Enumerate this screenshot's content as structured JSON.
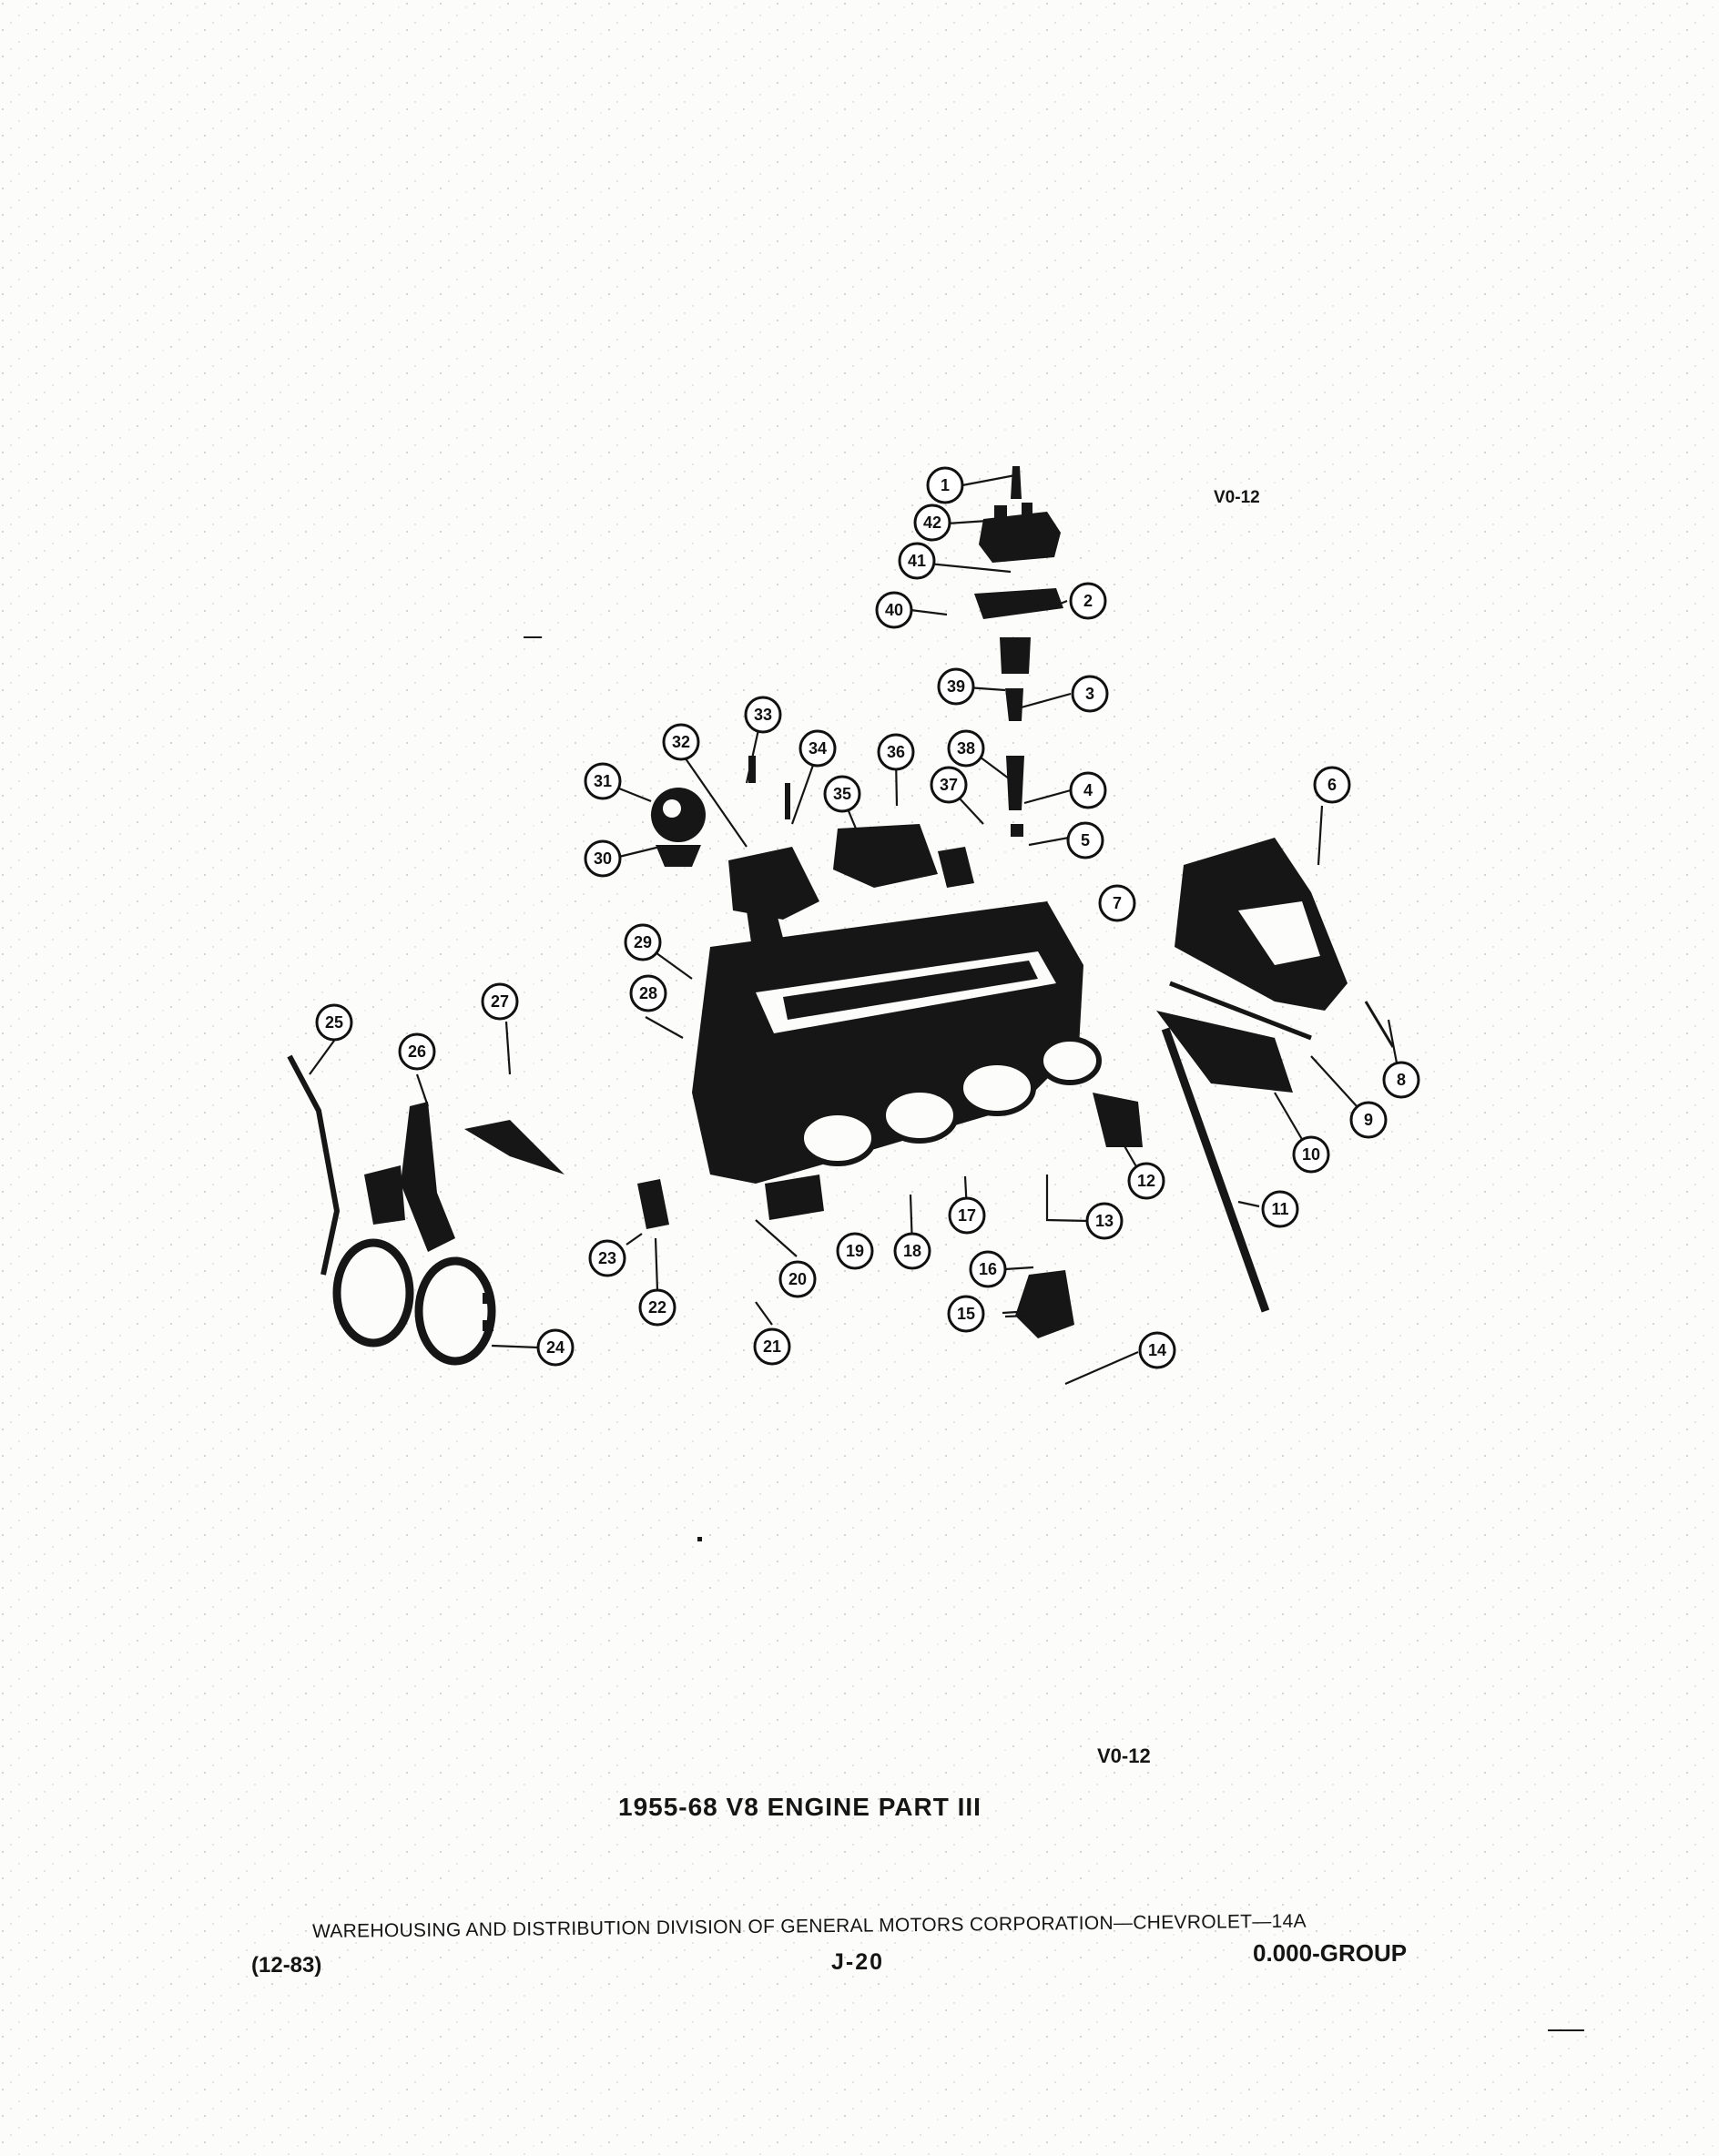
{
  "figure": {
    "code_top": "V0-12",
    "code_bottom": "V0-12",
    "title": "1955-68 V8 ENGINE PART III"
  },
  "footer": {
    "division_line": "WAREHOUSING AND DISTRIBUTION DIVISION OF GENERAL MOTORS CORPORATION—CHEVROLET—14A",
    "revision_date": "(12-83)",
    "page_number": "J-20",
    "group_code": "0.000-GROUP"
  },
  "callouts": [
    "1",
    "2",
    "3",
    "4",
    "5",
    "6",
    "7",
    "8",
    "9",
    "10",
    "11",
    "12",
    "13",
    "14",
    "15",
    "16",
    "17",
    "18",
    "19",
    "20",
    "21",
    "22",
    "23",
    "24",
    "25",
    "26",
    "27",
    "28",
    "29",
    "30",
    "31",
    "32",
    "33",
    "34",
    "35",
    "36",
    "37",
    "38",
    "39",
    "40",
    "41",
    "42"
  ],
  "colors": {
    "ink": "#161616",
    "paper": "#fcfcfa"
  }
}
